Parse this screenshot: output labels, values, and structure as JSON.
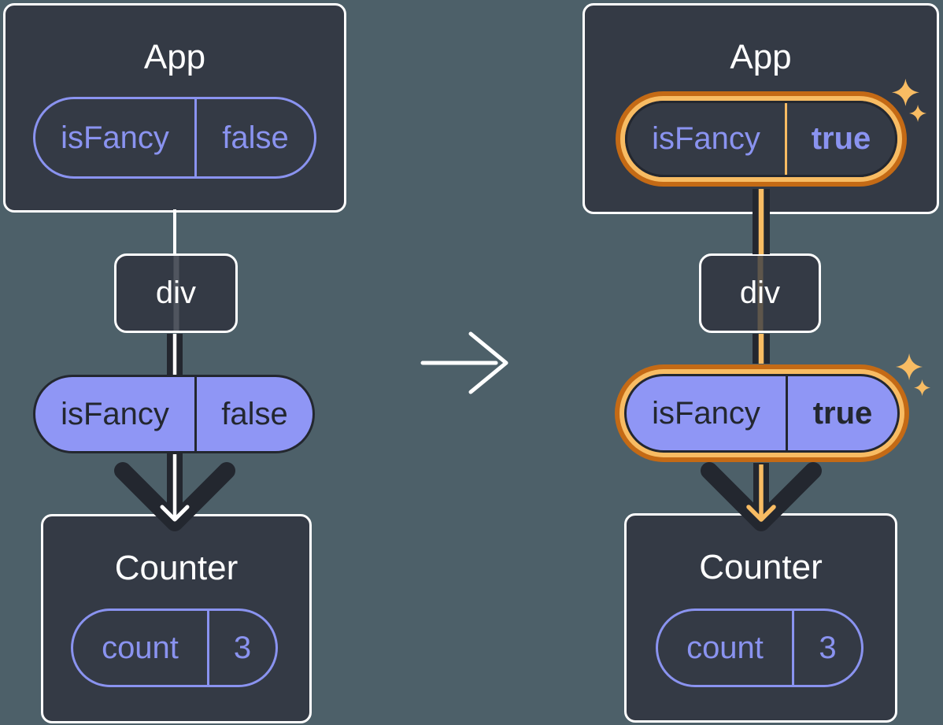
{
  "left": {
    "app": {
      "title": "App",
      "state": {
        "name": "isFancy",
        "value": "false"
      }
    },
    "div_label": "div",
    "prop": {
      "name": "isFancy",
      "value": "false"
    },
    "counter": {
      "title": "Counter",
      "state": {
        "name": "count",
        "value": "3"
      }
    }
  },
  "right": {
    "app": {
      "title": "App",
      "state": {
        "name": "isFancy",
        "value": "true"
      }
    },
    "div_label": "div",
    "prop": {
      "name": "isFancy",
      "value": "true"
    },
    "counter": {
      "title": "Counter",
      "state": {
        "name": "count",
        "value": "3"
      }
    }
  },
  "icons": {
    "transition": "arrow-right-icon",
    "sparkle": "sparkle-icon",
    "flow": "arrow-down-icon"
  },
  "colors": {
    "background": "#4d6069",
    "box_fill": "#343a45",
    "box_border": "#ffffff",
    "purple": "#8a93f0",
    "periwinkle_fill": "#8f96f5",
    "dark": "#23272f",
    "orange_outer": "#c46a15",
    "orange_inner": "#f8bc63",
    "white": "#ffffff"
  }
}
